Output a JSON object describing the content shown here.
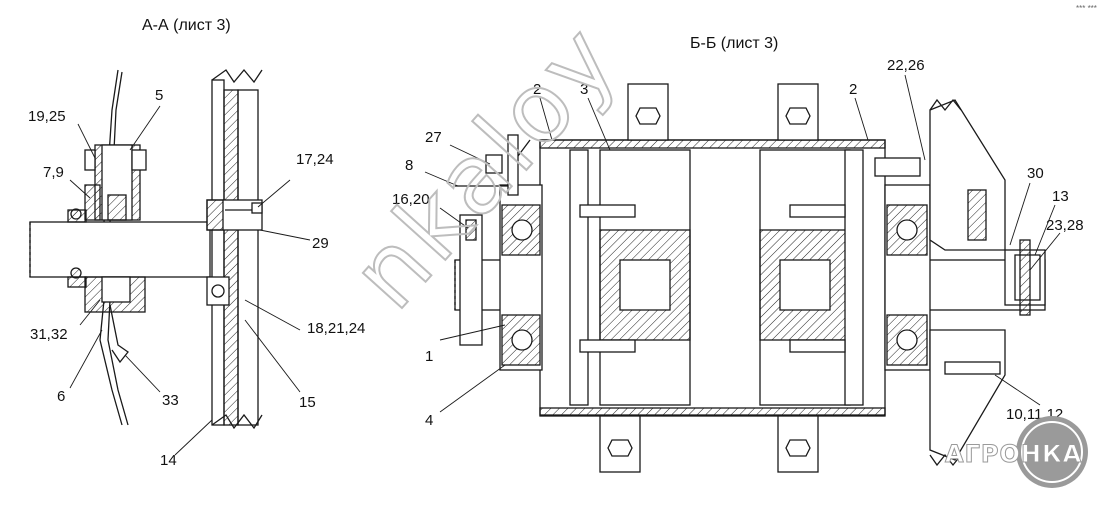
{
  "titles": {
    "section_a": "А-А (лист 3)",
    "section_b": "Б-Б (лист 3)"
  },
  "labels_a": [
    "19,25",
    "5",
    "7,9",
    "17,24",
    "29",
    "31,32",
    "18,21,24",
    "6",
    "33",
    "15",
    "14"
  ],
  "labels_b": [
    "2",
    "3",
    "2",
    "22,26",
    "27",
    "8",
    "16,20",
    "30",
    "13",
    "23,28",
    "1",
    "4",
    "10,11,12"
  ],
  "watermark": "nkaloy",
  "logo": {
    "text": "АГРОНКА",
    "color": "#9a9a9a"
  },
  "corner_mark": "*** ***"
}
